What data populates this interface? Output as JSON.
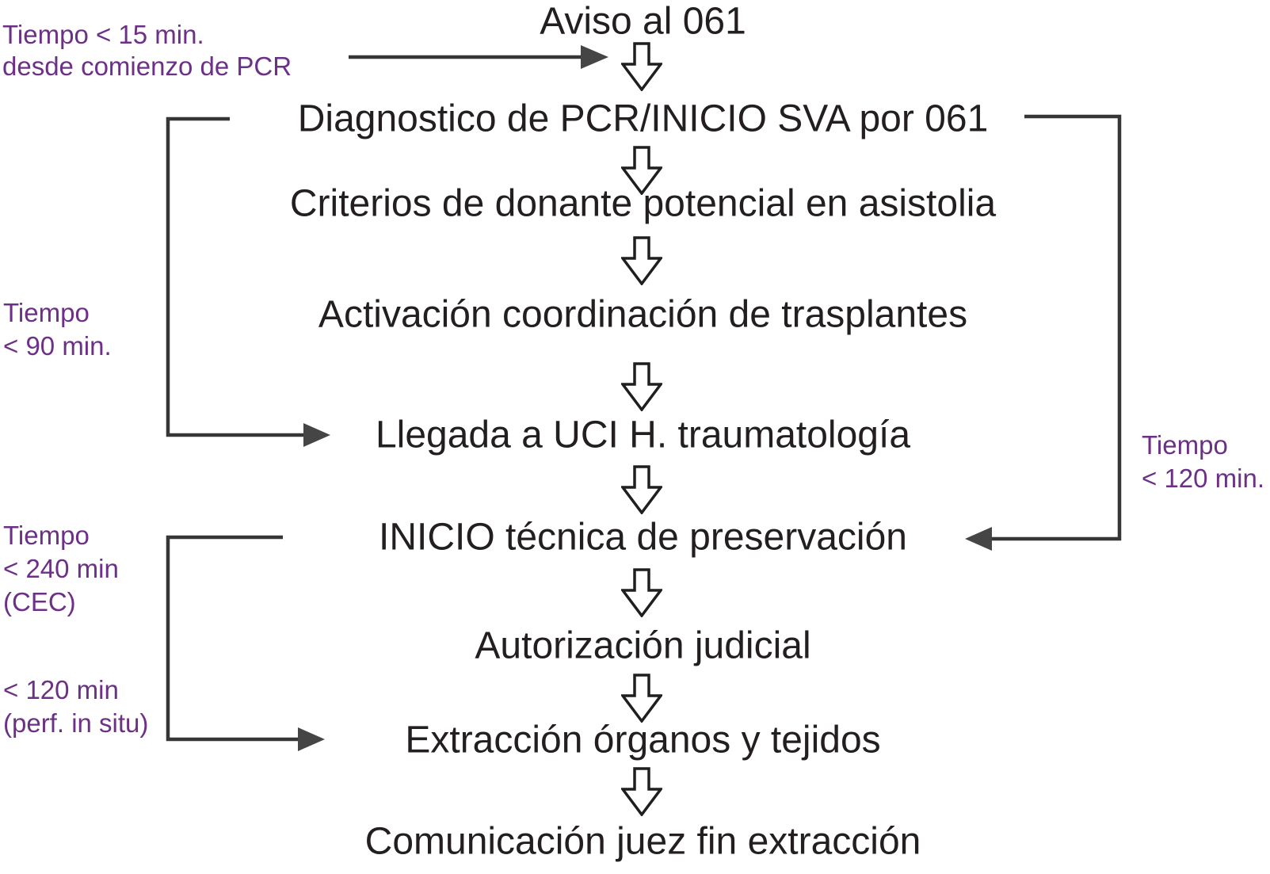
{
  "colors": {
    "background": "#ffffff",
    "step_text": "#231f20",
    "annotation_purple": "#6c3186",
    "connector_line": "#363636",
    "arrowhead_fill": "#454545"
  },
  "flow": {
    "steps": [
      {
        "label": "Aviso al 061"
      },
      {
        "label": "Diagnostico de PCR/INICIO SVA por 061"
      },
      {
        "label": "Criterios de donante potencial en asistolia"
      },
      {
        "label": "Activación coordinación de trasplantes"
      },
      {
        "label": "Llegada a UCI H. traumatología"
      },
      {
        "label": "INICIO técnica de preservación"
      },
      {
        "label": "Autorización judicial"
      },
      {
        "label": "Extracción órganos y tejidos"
      },
      {
        "label": "Comunicación juez fin extracción"
      }
    ]
  },
  "annotations": [
    {
      "lines": [
        "Tiempo < 15 min.",
        "desde comienzo de PCR"
      ]
    },
    {
      "lines": [
        "Tiempo",
        "< 90 min."
      ]
    },
    {
      "lines": [
        "Tiempo",
        "< 120 min."
      ]
    },
    {
      "lines": [
        "Tiempo",
        "< 240 min",
        "(CEC)"
      ]
    },
    {
      "lines": [
        "< 120 min",
        "(perf. in situ)"
      ]
    }
  ]
}
